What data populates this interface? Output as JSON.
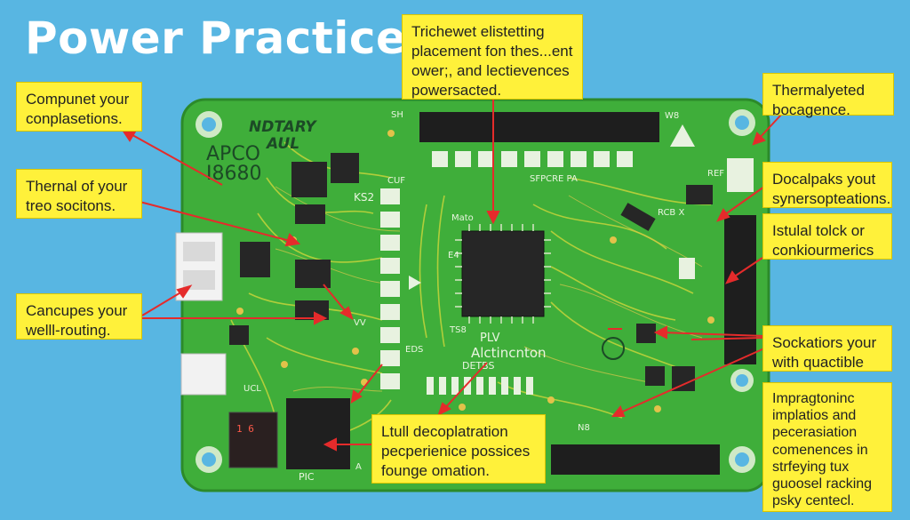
{
  "title": "Power Practices im",
  "callouts": [
    {
      "id": "top-center",
      "lines": [
        "Trichewet elistetting",
        "placement fon thes...ent",
        "ower;, and lectievences",
        "powersacted."
      ]
    },
    {
      "id": "top-left",
      "lines": [
        "Compunet your",
        "conplasetions."
      ]
    },
    {
      "id": "mid-left",
      "lines": [
        "Thernal of your",
        "treo socitons."
      ]
    },
    {
      "id": "low-left",
      "lines": [
        "Cancupes your",
        "welll-routing."
      ]
    },
    {
      "id": "top-right",
      "lines": [
        "Thermalyeted",
        "bocagence."
      ]
    },
    {
      "id": "right-2",
      "lines": [
        "Docalpaks yout",
        "synersopteations."
      ]
    },
    {
      "id": "right-3",
      "lines": [
        "Istulal tolck or",
        "conkiourmerics"
      ]
    },
    {
      "id": "right-4",
      "lines": [
        "Sockatiors your",
        "with quactible"
      ]
    },
    {
      "id": "right-5",
      "lines": [
        "Impragtoninc",
        "implatios and",
        "pecerasiation",
        "comenences in",
        "strfeying tux",
        "guoosel racking",
        "psky centecl."
      ]
    },
    {
      "id": "bottom-center",
      "lines": [
        "Ltull decoplatration",
        "pecperienice possices",
        "founge omation."
      ]
    }
  ],
  "silkscreen": {
    "brand_1": "NDTARY",
    "brand_2": "AUL",
    "model_1": "APCO",
    "model_2": "I8680",
    "chip_label_1": "Alctincnton",
    "chip_label_2": "DETBS",
    "plv": "PLV",
    "ks2": "KS2",
    "cf": "CUF",
    "rcbx": "RCB X",
    "spfpcre": "SFPCRE PA",
    "sh": "SH",
    "eds": "EDS",
    "ts": "TS8",
    "pic": "PIC",
    "ucl": "UCL",
    "e4": "E4",
    "wb": "W8",
    "ref": "REF",
    "vv": "VV",
    "a": "A",
    "ns": "N8",
    "mato": "Mato",
    "corner_num": "1 6"
  }
}
